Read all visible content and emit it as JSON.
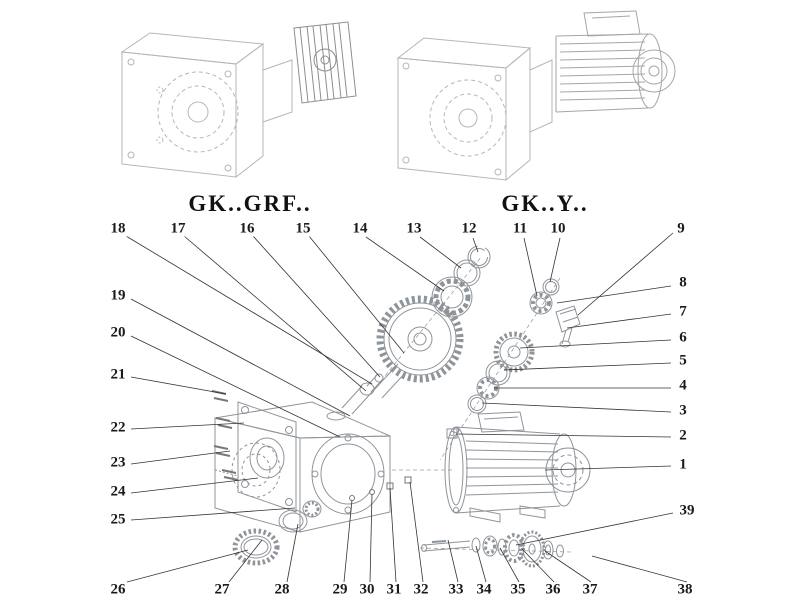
{
  "diagram": {
    "model_left": "GK..GRF..",
    "model_right": "GK..Y.."
  },
  "parts": [
    "1",
    "2",
    "3",
    "4",
    "5",
    "6",
    "7",
    "8",
    "9",
    "10",
    "11",
    "12",
    "13",
    "14",
    "15",
    "16",
    "17",
    "18",
    "19",
    "20",
    "21",
    "22",
    "23",
    "24",
    "25",
    "26",
    "27",
    "28",
    "29",
    "30",
    "31",
    "32",
    "33",
    "34",
    "35",
    "36",
    "37",
    "38",
    "39"
  ]
}
